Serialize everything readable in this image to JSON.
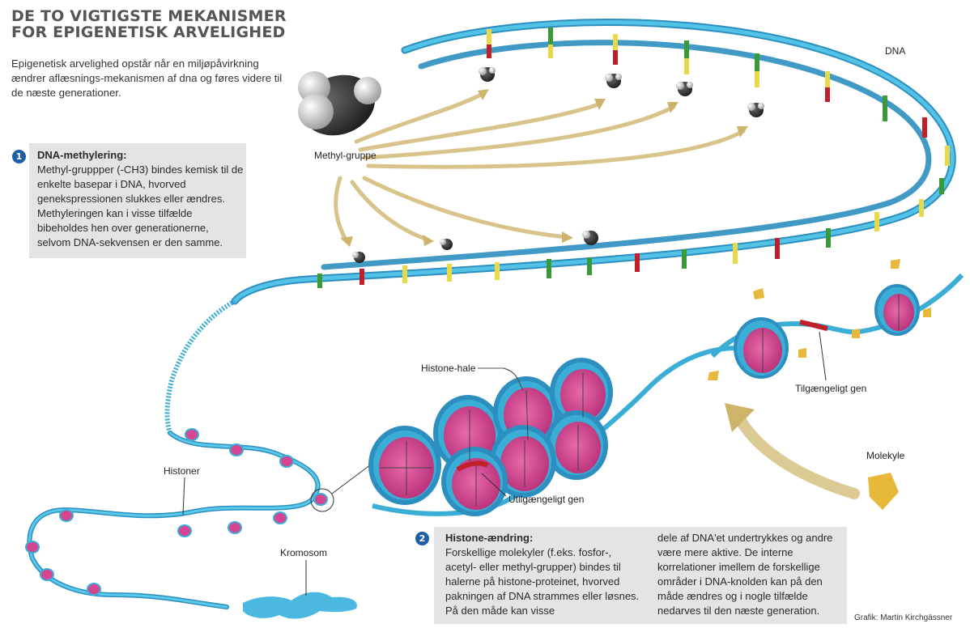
{
  "title": "DE TO VIGTIGSTE MEKANISMER FOR EPIGENETISK ARVELIGHED",
  "intro": "Epigenetisk arvelighed opstår når en miljøpåvirkning ændrer aflæsnings-mekanismen af dna og føres videre til de næste generationer.",
  "box1": {
    "badge": "1",
    "heading": "DNA-methylering:",
    "body": "Methyl-gruppper (-CH3) bindes kemisk til de enkelte basepar i DNA, hvorved genekspressionen slukkes eller ændres. Methyleringen kan i visse tilfælde bibeholdes hen over generationerne, selvom DNA-sekvensen er den samme."
  },
  "box2": {
    "badge": "2",
    "heading": "Histone-ændring:",
    "body_left": "Forskellige molekyler (f.eks. fosfor-, acetyl- eller methyl-grupper) bindes til halerne på histone-proteinet, hvorved pakningen af DNA strammes eller løsnes. På den måde kan visse",
    "body_right": "dele af DNA'et undertrykkes og andre være mere aktive. De interne korrelationer imellem de forskellige områder i DNA-knolden kan på den måde ændres og i nogle tilfælde nedarves til den næste generation."
  },
  "labels": {
    "dna": "DNA",
    "methyl": "Methyl-gruppe",
    "histone_tail": "Histone-hale",
    "accessible_gene": "Tilgængeligt gen",
    "inaccessible_gene": "Utilgængeligt gen",
    "molecule": "Molekyle",
    "histones": "Histoner",
    "chromosome": "Kromosom"
  },
  "credit": "Grafik: Martin Kirchgässner",
  "colors": {
    "dna_blue": "#3aaed6",
    "histone_pink": "#d6458f",
    "arrow_gold": "#d8c48a",
    "gene_red": "#c0202a",
    "base_green": "#3a9a3a",
    "base_yellow": "#e8d84a",
    "badge_blue": "#1f5fa8"
  }
}
